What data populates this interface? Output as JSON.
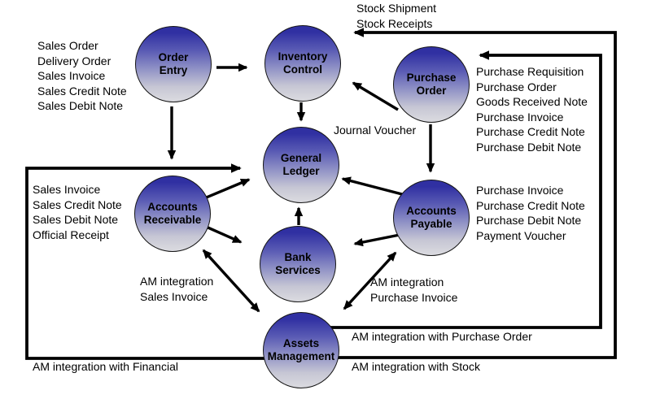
{
  "title": "ERP module integration diagram",
  "colors": {
    "background": "#ffffff",
    "node_gradient_top": "#3030a2",
    "node_gradient_middle": "#8d8fc5",
    "node_gradient_bottom": "#d8d8de",
    "node_border": "#151515",
    "connector": "#000000",
    "text": "#000000"
  },
  "nodes": {
    "order_entry": {
      "label": [
        "Order",
        "Entry"
      ]
    },
    "inventory_control": {
      "label": [
        "Inventory",
        "Control"
      ]
    },
    "purchase_order": {
      "label": [
        "Purchase",
        "Order"
      ]
    },
    "general_ledger": {
      "label": [
        "General",
        "Ledger"
      ]
    },
    "accounts_receivable": {
      "label": [
        "Accounts",
        "Receivable"
      ]
    },
    "accounts_payable": {
      "label": [
        "Accounts",
        "Payable"
      ]
    },
    "bank_services": {
      "label": [
        "Bank",
        "Services"
      ]
    },
    "assets_management": {
      "label": [
        "Assets",
        "Management"
      ]
    }
  },
  "labels": {
    "stock_flow": [
      "Stock Shipment",
      "Stock Receipts"
    ],
    "sales_docs_order_entry": [
      "Sales Order",
      "Delivery Order",
      "Sales Invoice",
      "Sales Credit Note",
      "Sales Debit Note"
    ],
    "purchase_docs_purchase_order": [
      "Purchase Requisition",
      "Purchase Order",
      "Goods Received Note",
      "Purchase Invoice",
      "Purchase Credit Note",
      "Purchase Debit Note"
    ],
    "journal_voucher": "Journal Voucher",
    "sales_docs_accounts_receivable": [
      "Sales Invoice",
      "Sales Credit Note",
      "Sales Debit Note",
      "Official Receipt"
    ],
    "purchase_docs_accounts_payable": [
      "Purchase Invoice",
      "Purchase Credit Note",
      "Purchase Debit Note",
      "Payment Voucher"
    ],
    "am_integration_sales": [
      "AM integration",
      "Sales Invoice"
    ],
    "am_integration_purchase": [
      "AM integration",
      "Purchase Invoice"
    ],
    "am_integration_purchase_order": "AM integration with Purchase Order",
    "am_integration_stock": "AM integration with Stock",
    "am_integration_financial": "AM integration with Financial"
  }
}
